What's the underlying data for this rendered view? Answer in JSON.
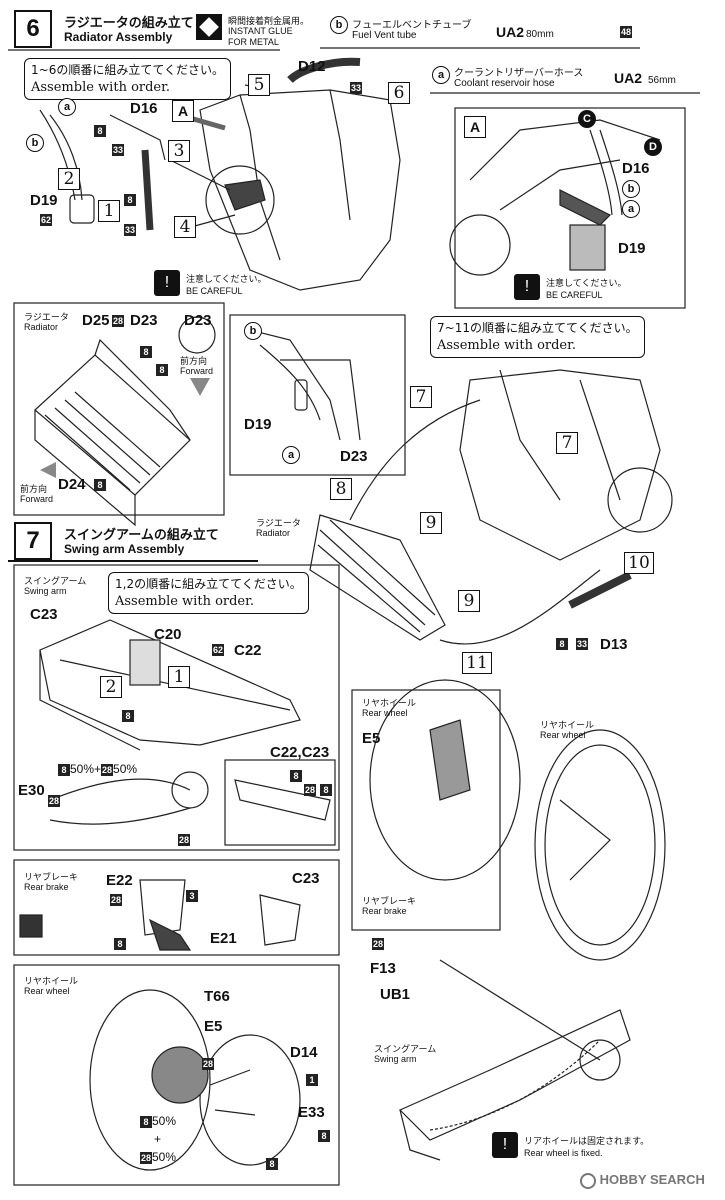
{
  "step6": {
    "number": "6",
    "title_jp": "ラジエータの組み立て",
    "title_en": "Radiator Assembly",
    "glue_jp": "瞬間接着剤金属用。",
    "glue_en1": "INSTANT GLUE",
    "glue_en2": "FOR METAL",
    "note1_jp": "1~6の順番に組み立ててください。",
    "note1_en": "Assemble with order.",
    "care_jp": "注意してください。",
    "care_en": "BE CAREFUL",
    "note2_jp": "7~11の順番に組み立ててください。",
    "note2_en": "Assemble with order.",
    "radiator_jp": "ラジエータ",
    "radiator_en": "Radiator",
    "forward_jp": "前方向",
    "forward_en": "Forward",
    "part_d12": "D12",
    "part_d16": "D16",
    "part_d19": "D19",
    "part_d23": "D23",
    "part_d24": "D24",
    "part_d25": "D25",
    "part_d13": "D13",
    "n33": "33",
    "n8": "8",
    "n62": "62",
    "n28": "28",
    "a": "a",
    "b": "b",
    "c": "C",
    "d": "D",
    "A": "A",
    "s1": "1",
    "s2": "2",
    "s3": "3",
    "s4": "4",
    "s5": "5",
    "s6": "6",
    "s7": "7",
    "s8": "8",
    "s9": "9",
    "s10": "10",
    "s11": "11"
  },
  "tubes": {
    "b_jp": "フューエルベントチューブ",
    "b_en": "Fuel Vent tube",
    "b_part": "UA2",
    "b_len": "80mm",
    "b_num": "48",
    "a_jp": "クーラントリザーバーホース",
    "a_en": "Coolant reservoir hose",
    "a_part": "UA2",
    "a_len": "56mm"
  },
  "step7": {
    "number": "7",
    "title_jp": "スイングアームの組み立て",
    "title_en": "Swing arm Assembly",
    "swing_jp": "スイングアーム",
    "swing_en": "Swing arm",
    "note_jp": "1,2の順番に組み立ててください。",
    "note_en": "Assemble with order.",
    "part_c23": "C23",
    "part_c20": "C20",
    "part_c22": "C22",
    "part_c2223": "C22,C23",
    "part_e30": "E30",
    "part_e22": "E22",
    "part_e21": "E21",
    "part_e5": "E5",
    "part_t66": "T66",
    "part_d14": "D14",
    "part_e33": "E33",
    "part_f13": "F13",
    "part_ub1": "UB1",
    "mix": "50%+",
    "pct": "50%",
    "brake_jp": "リヤブレーキ",
    "brake_en": "Rear brake",
    "wheel_jp": "リヤホイール",
    "wheel_en": "Rear wheel",
    "fixed_jp": "リアホイールは固定されます。",
    "fixed_en": "Rear wheel is fixed.",
    "n1": "1",
    "n3": "3",
    "n8": "8",
    "n28": "28",
    "n62": "62",
    "n1s": "1",
    "n2s": "2"
  },
  "watermark": "HOBBY SEARCH"
}
